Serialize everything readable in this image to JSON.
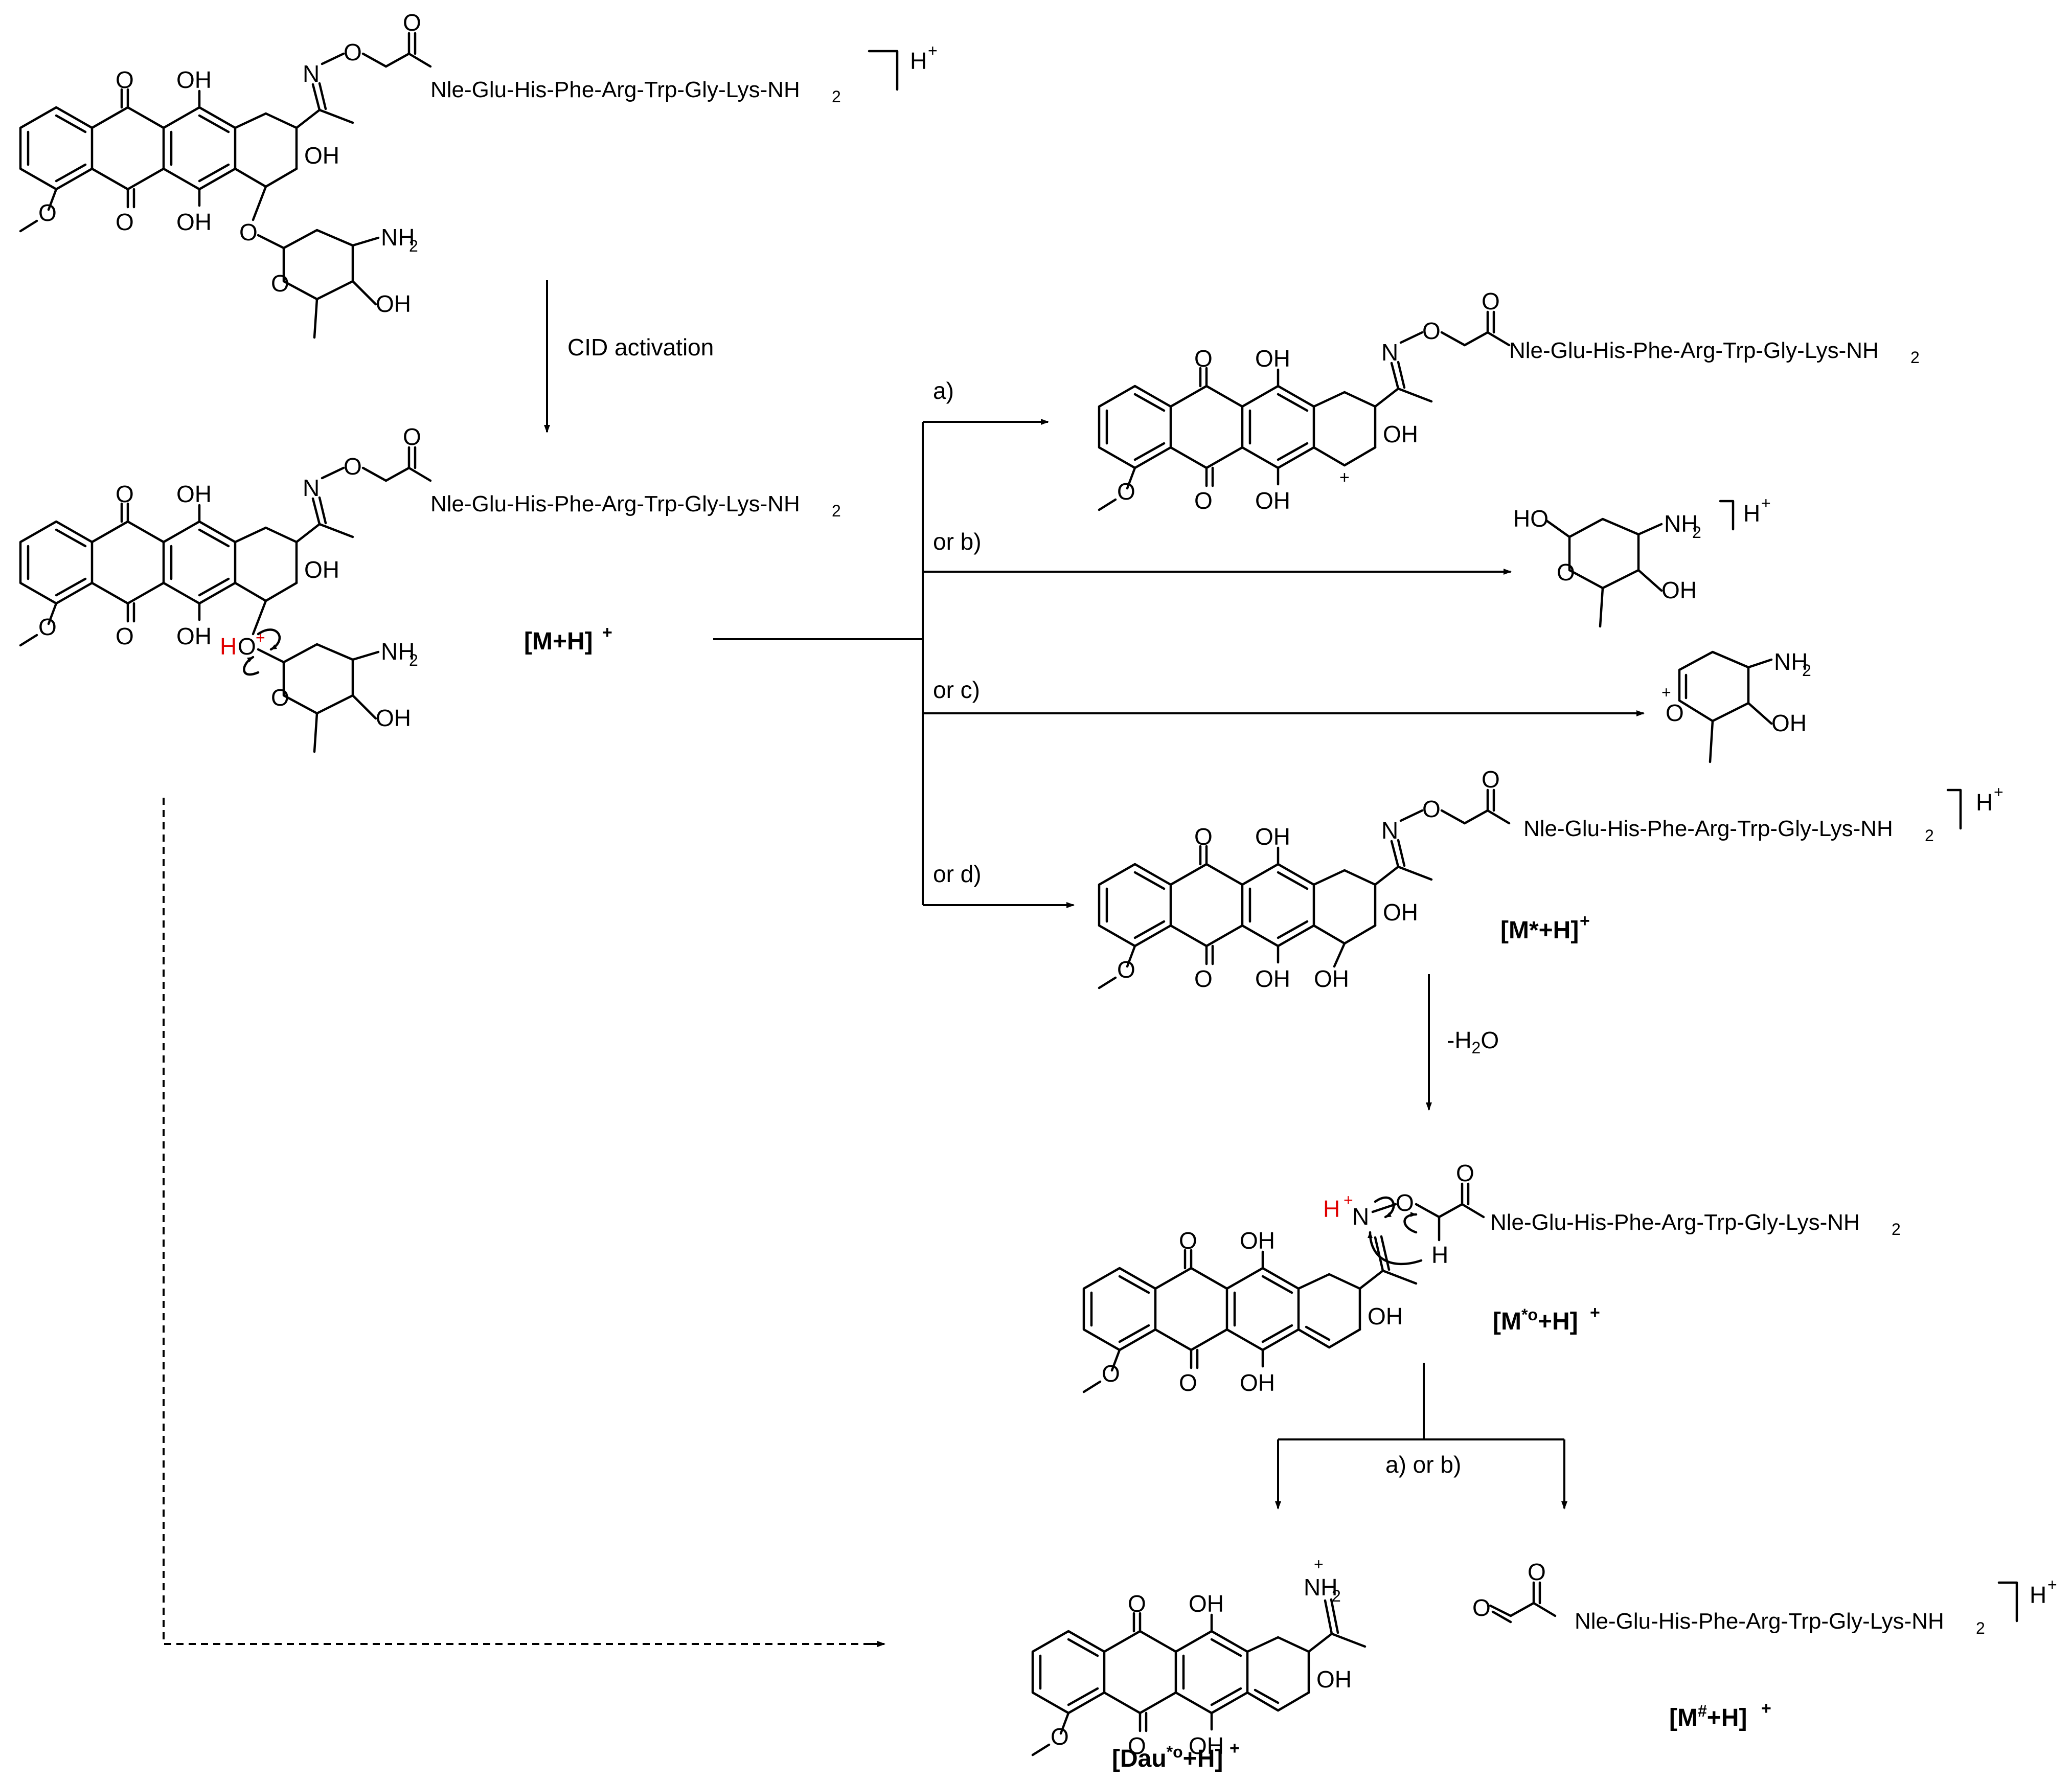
{
  "peptide": "Nle-Glu-His-Phe-Arg-Trp-Gly-Lys-NH",
  "peptide_sub": "2",
  "proton": "H",
  "plus": "+",
  "steps": {
    "cid": "CID activation",
    "a": "a)",
    "or_b": "or b)",
    "or_c": "or c)",
    "or_d": "or d)",
    "minus_water": "-H",
    "minus_water_sub": "2",
    "minus_water_tail": "O",
    "a_or_b": "a) or b)"
  },
  "species": {
    "mh": "[M+H]",
    "mstar": "[M*+H]",
    "mstaro_base": "[M",
    "mstaro_sup": "*o",
    "mstaro_tail": "+H]",
    "dau_base": "[Dau",
    "dau_sup": "*o",
    "dau_tail": "+H]",
    "mhash_base": "[M",
    "mhash_sup": "#",
    "mhash_tail": "+H]"
  },
  "atoms": {
    "O": "O",
    "OH": "OH",
    "N": "N",
    "NH": "NH",
    "H": "H",
    "HO": "HO",
    "sub2": "2"
  }
}
